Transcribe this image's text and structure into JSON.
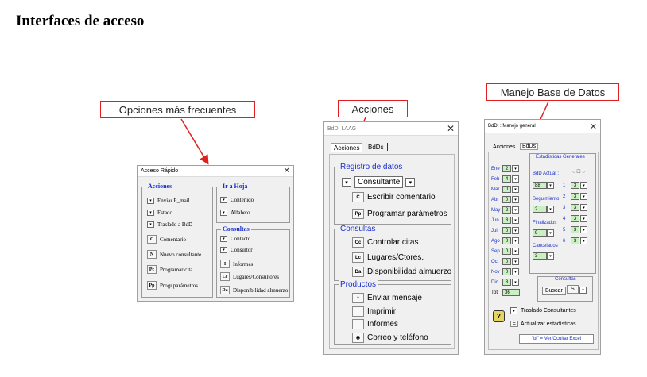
{
  "page": {
    "title": "Interfaces de acceso"
  },
  "callouts": {
    "opciones": "Opciones más frecuentes",
    "acciones": "Acciones",
    "manejo": "Manejo Base de Datos"
  },
  "acceso_rapido": {
    "title": "Acceso Rápido",
    "close": "✕",
    "acciones": {
      "legend": "Acciones",
      "items": [
        {
          "glyph": "▾",
          "label": "Enviar E_mail"
        },
        {
          "glyph": "▾",
          "label": "Estado"
        },
        {
          "glyph": "▾",
          "label": "Traslado a BdD"
        },
        {
          "glyph": "C",
          "label": "Comentario"
        },
        {
          "glyph": "N",
          "label": "Nuevo consultante"
        },
        {
          "glyph": "Pc",
          "label": "Programar cita"
        },
        {
          "glyph": "Pp",
          "label": "Progr.parámetros"
        }
      ]
    },
    "ir_a_hoja": {
      "legend": "Ir a Hoja",
      "items": [
        {
          "glyph": "▾",
          "label": "Contenido"
        },
        {
          "glyph": "▾",
          "label": "Alfabeto"
        }
      ]
    },
    "consultas": {
      "legend": "Consultas",
      "items": [
        {
          "glyph": "▾",
          "label": "Contacto"
        },
        {
          "glyph": "▾",
          "label": "Consultor"
        },
        {
          "glyph": "I",
          "label": "Informes"
        },
        {
          "glyph": "Lc",
          "label": "Lugares/Consultores"
        },
        {
          "glyph": "Da",
          "label": "Disponibilidad almuerzo"
        }
      ]
    }
  },
  "bdd_laag": {
    "title": "BdD: LAAG",
    "close": "✕",
    "tabs": [
      "Acciones",
      "BdDs"
    ],
    "registro": {
      "legend": "Registro de datos",
      "consultante": "Consultante",
      "items": [
        {
          "glyph": "C",
          "label": "Escribir comentario"
        },
        {
          "glyph": "Pp",
          "label": "Programar parámetros"
        }
      ]
    },
    "consultas": {
      "legend": "Consultas",
      "items": [
        {
          "glyph": "Cc",
          "label": "Controlar citas"
        },
        {
          "glyph": "Lc",
          "label": "Lugares/Ctores."
        },
        {
          "glyph": "Da",
          "label": "Disponibilidad almuerzo"
        }
      ]
    },
    "productos": {
      "legend": "Productos",
      "items": [
        {
          "glyph": "▾",
          "label": "Enviar mensaje"
        },
        {
          "glyph": "I",
          "label": "Imprimir"
        },
        {
          "glyph": "I",
          "label": "Informes"
        },
        {
          "glyph": "◉",
          "label": "Correo y teléfono"
        }
      ]
    }
  },
  "bddt": {
    "title": "BdDt : Manejo general",
    "close": "✕",
    "tabs": [
      "Acciones",
      "BdDs"
    ],
    "months": [
      {
        "m": "Ene",
        "v": "2"
      },
      {
        "m": "Feb",
        "v": "4"
      },
      {
        "m": "Mar",
        "v": "0"
      },
      {
        "m": "Abr",
        "v": "0"
      },
      {
        "m": "May",
        "v": "2"
      },
      {
        "m": "Jun",
        "v": "3"
      },
      {
        "m": "Jul",
        "v": "0"
      },
      {
        "m": "Ago",
        "v": "0"
      },
      {
        "m": "Sep",
        "v": "0"
      },
      {
        "m": "Oct",
        "v": "0"
      },
      {
        "m": "Nov",
        "v": "0"
      },
      {
        "m": "Dic",
        "v": "3"
      }
    ],
    "tot_label": "Tot",
    "tot_value": "36",
    "stats": {
      "title": "Estadísticas Generales",
      "bdd_actual_label": "BdD Actual :",
      "bdd_actual_value": "88",
      "seguimiento_label": "Seguimiento",
      "seguimiento_value": "2",
      "finalizados_label": "Finalizados",
      "finalizados_value": "9",
      "cancelados_label": "Cancelados",
      "cancelados_value": "3",
      "right": [
        {
          "n": "1",
          "v": "3"
        },
        {
          "n": "2",
          "v": "3"
        },
        {
          "n": "3",
          "v": "3"
        },
        {
          "n": "4",
          "v": "3"
        },
        {
          "n": "5",
          "v": "3"
        },
        {
          "n": "6",
          "v": "3"
        }
      ]
    },
    "consultas": {
      "title": "Consultas",
      "buscar": "Buscar",
      "s": "S"
    },
    "traslado": "Traslado Consultantes",
    "actualizar_glyph": "E",
    "actualizar": "Actualizar estadísticas",
    "excel_toggle": "\"bi\" = Ver/Ocultar Excel"
  }
}
